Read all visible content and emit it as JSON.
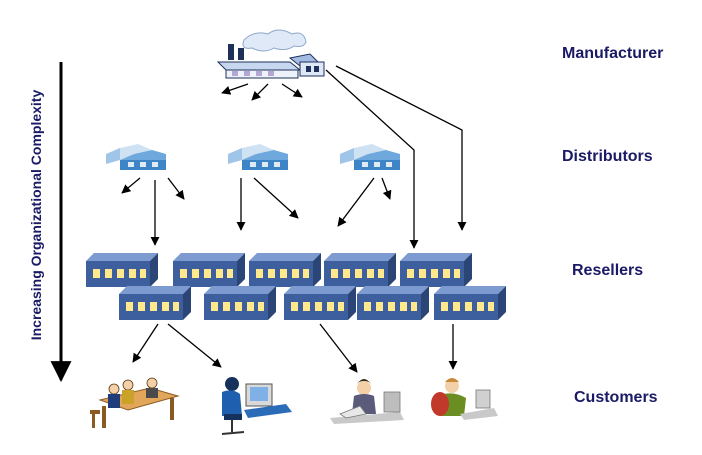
{
  "tiers": {
    "manufacturer": "Manufacturer",
    "distributors": "Distributors",
    "resellers": "Resellers",
    "customers": "Customers"
  },
  "axis_label": "Increasing Organizational Complexity",
  "colors": {
    "label_text": "#1a1a66",
    "arrow": "#000000",
    "reseller_body": "#3d5f9e",
    "reseller_window": "#ffe98c",
    "distributor_body": "#6fa8dc"
  },
  "icons": {
    "manufacturer": "factory-icon",
    "distributor": "warehouse-icon",
    "reseller": "store-building-icon",
    "customer": "person-at-desk-icon"
  }
}
